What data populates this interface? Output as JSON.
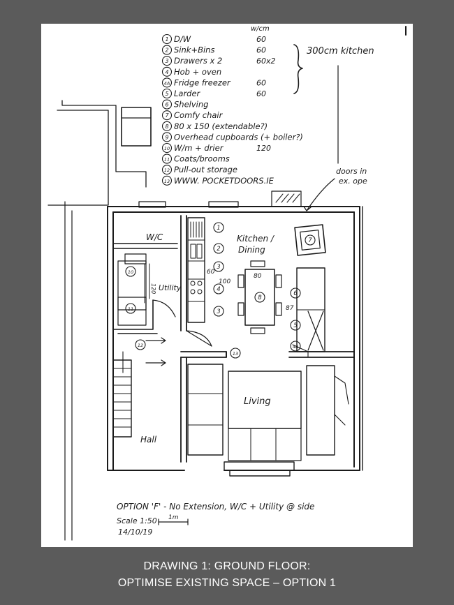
{
  "legend": {
    "header": "w/cm",
    "items": [
      {
        "num": "1",
        "label": "D/W",
        "size": "60"
      },
      {
        "num": "2",
        "label": "Sink+Bins",
        "size": "60"
      },
      {
        "num": "3",
        "label": "Drawers x 2",
        "size": "60x2"
      },
      {
        "num": "4",
        "label": "Hob + oven",
        "size": ""
      },
      {
        "num": "4A",
        "label": "Fridge freezer",
        "size": "60"
      },
      {
        "num": "5",
        "label": "Larder",
        "size": "60"
      },
      {
        "num": "6",
        "label": "Shelving",
        "size": ""
      },
      {
        "num": "7",
        "label": "Comfy chair",
        "size": ""
      },
      {
        "num": "8",
        "label": "80 x 150 (extendable?)",
        "size": ""
      },
      {
        "num": "9",
        "label": "Overhead cupboards (+ boiler?)",
        "size": ""
      },
      {
        "num": "10",
        "label": "W/m + drier",
        "size": "120"
      },
      {
        "num": "11",
        "label": "Coats/brooms",
        "size": ""
      },
      {
        "num": "12",
        "label": "Pull-out storage",
        "size": ""
      },
      {
        "num": "13",
        "label": "WWW. POCKETDOORS.IE",
        "size": ""
      }
    ],
    "bracket_note": "300cm kitchen",
    "doors_note_line1": "doors in",
    "doors_note_line2": "ex. ope"
  },
  "plan_labels": {
    "wc": "W/C",
    "kitchen_line1": "Kitchen /",
    "kitchen_line2": "Dining",
    "utility": "Utility",
    "living": "Living",
    "hall": "Hall",
    "dim_120": "120",
    "dim_60": "60",
    "dim_100": "100",
    "dim_80": "80",
    "dim_87": "87"
  },
  "notes": {
    "option": "OPTION 'F' - No Extension, W/C + Utility @ side",
    "scale": "Scale 1:50",
    "scale_bar": "1m",
    "date": "14/10/19"
  },
  "caption": {
    "line1": "DRAWING 1: GROUND FLOOR:",
    "line2": "OPTIMISE EXISTING SPACE – OPTION 1"
  }
}
